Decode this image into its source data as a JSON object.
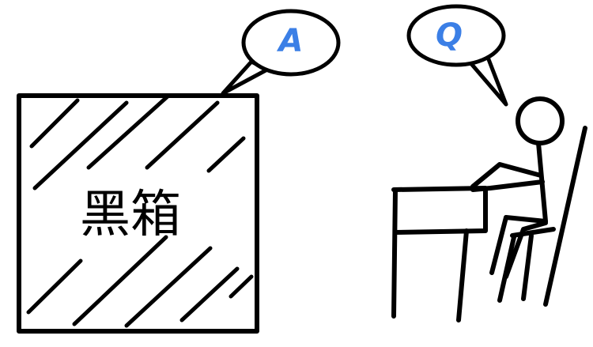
{
  "black_box": {
    "label": "黑箱"
  },
  "answer_bubble": {
    "text": "A",
    "color": "#3b7fe6"
  },
  "question_bubble": {
    "text": "Q",
    "color": "#3b7fe6"
  }
}
